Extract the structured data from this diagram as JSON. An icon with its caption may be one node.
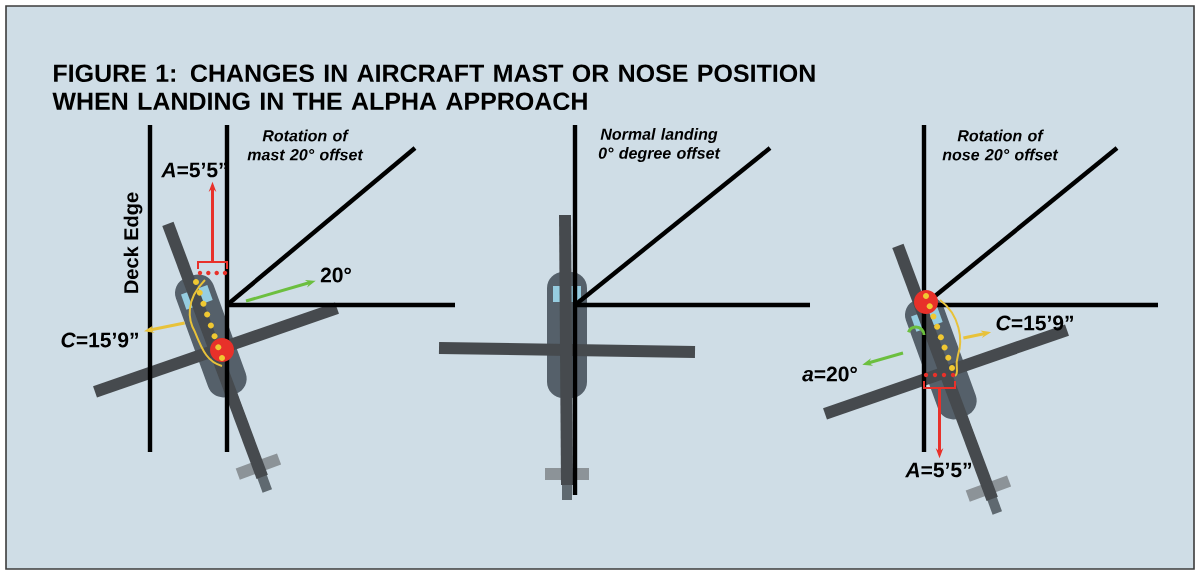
{
  "diagram": {
    "title": "FIGURE 1: CHANGES IN AIRCRAFT MAST OR NOSE POSITION WHEN LANDING IN THE ALPHA APPROACH",
    "nodes": [
      {
        "text": [
          "*A*=5’5”"
        ]
      },
      {
        "text": [
          "*C*=15’9”"
        ]
      },
      {
        "text": [
          "20°"
        ]
      },
      {
        "text": [
          "*C*=15’9”"
        ]
      },
      {
        "text": [
          "*a*=20°"
        ]
      },
      {
        "text": [
          "*A*=5’5”"
        ]
      },
      {
        "text": [],
        "shape": "bracket"
      },
      {
        "text": [],
        "shape": "curve"
      },
      {
        "text": [],
        "shape": "curve"
      },
      {
        "text": [],
        "shape": "bracket"
      }
    ],
    "edges": [
      {
        "from": 6,
        "to": 0,
        "arrow": "to",
        "color": "#e8312a"
      },
      {
        "from": 7,
        "to": 1,
        "arrow": "to",
        "color": "#e8c23a"
      },
      {
        "from": null,
        "to": 2,
        "arrow": "to",
        "color": "#6cbf3f"
      },
      {
        "from": 8,
        "to": 3,
        "arrow": "to",
        "color": "#e8c23a"
      },
      {
        "from": null,
        "to": 4,
        "arrow": "to",
        "color": "#6cbf3f"
      },
      {
        "from": 9,
        "to": 5,
        "arrow": "to",
        "color": "#e8312a"
      }
    ],
    "labels": [
      "Deck Edge",
      "Rotation of mast 20° offset",
      "Normal landing 0° degree offset",
      "Rotation of nose 20° offset"
    ]
  }
}
